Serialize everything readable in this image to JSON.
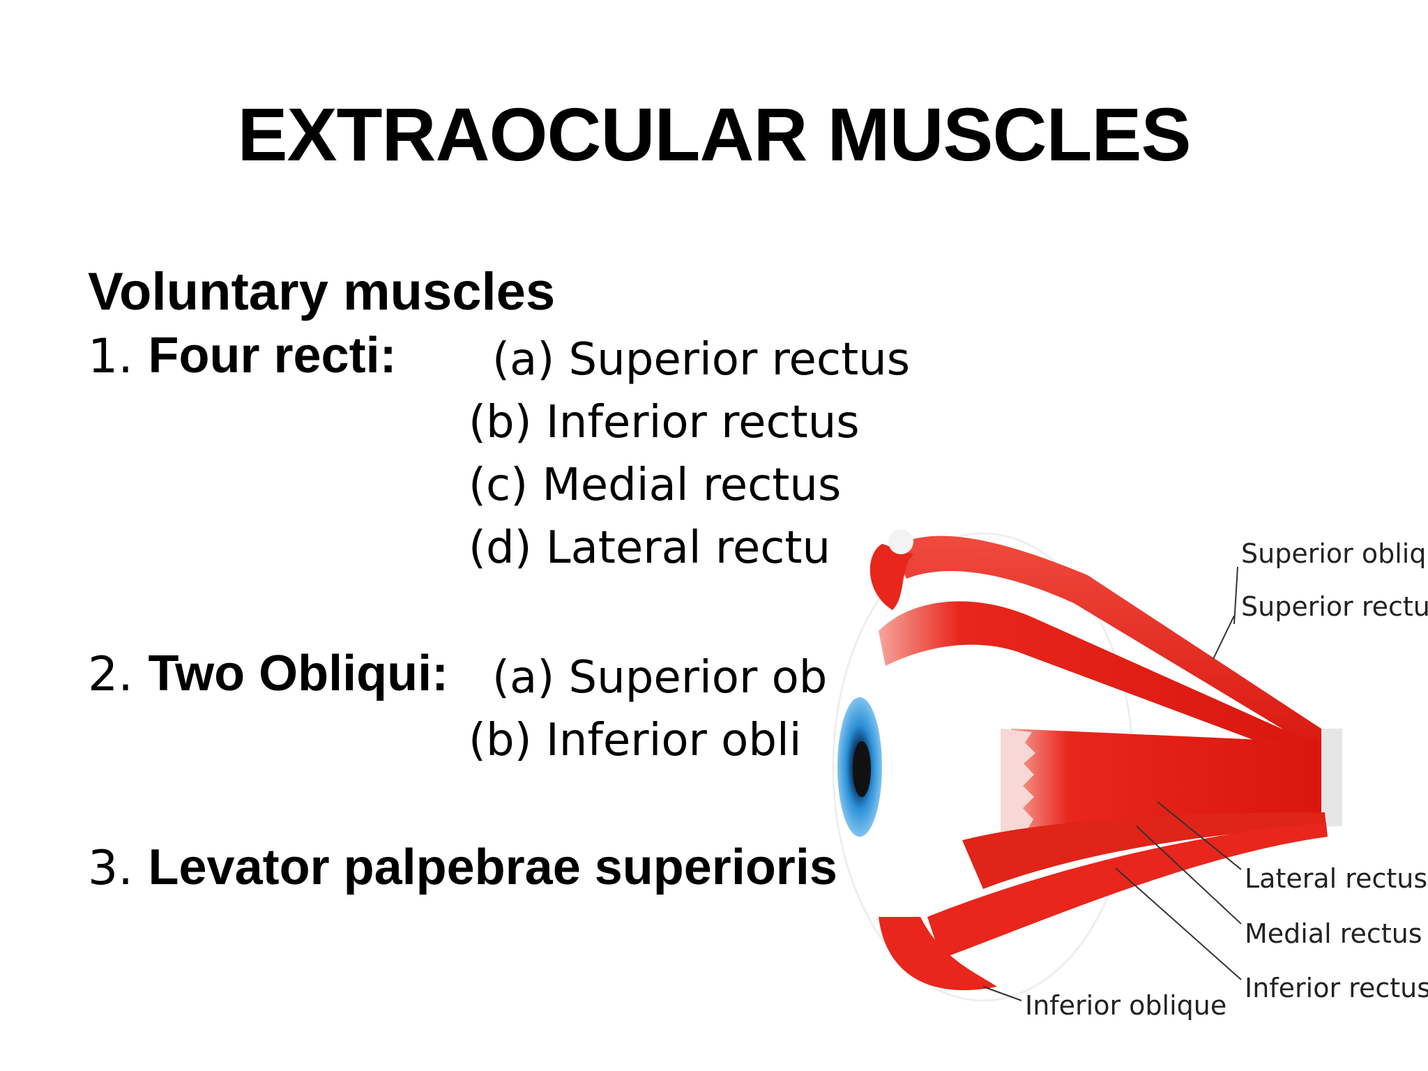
{
  "slide": {
    "title": "EXTRAOCULAR MUSCLES",
    "heading": "Voluntary muscles",
    "items": [
      {
        "number": "1.",
        "label": "Four recti:",
        "subitems": [
          "(a) Superior rectus",
          "(b) Inferior rectus",
          "(c) Medial rectus",
          "(d) Lateral rectu"
        ]
      },
      {
        "number": "2.",
        "label": "Two Obliqui:",
        "subitems": [
          "(a) Superior ob",
          "(b) Inferior obli"
        ]
      },
      {
        "number": "3.",
        "label": "Levator palpebrae superioris",
        "subitems": []
      }
    ]
  },
  "diagram": {
    "labels": {
      "superior_oblique": "Superior oblique",
      "superior_rectus": "Superior rectus",
      "lateral_rectus": "Lateral rectus",
      "medial_rectus": "Medial rectus",
      "inferior_rectus": "Inferior rectus",
      "inferior_oblique": "Inferior oblique"
    },
    "colors": {
      "muscle": "#e8261c",
      "muscle_light": "#f26a5e",
      "iris": "#2b8fd6",
      "pupil": "#111111",
      "sclera": "#ffffff",
      "tendon": "#f3f3f3",
      "label_line": "#333333"
    }
  }
}
